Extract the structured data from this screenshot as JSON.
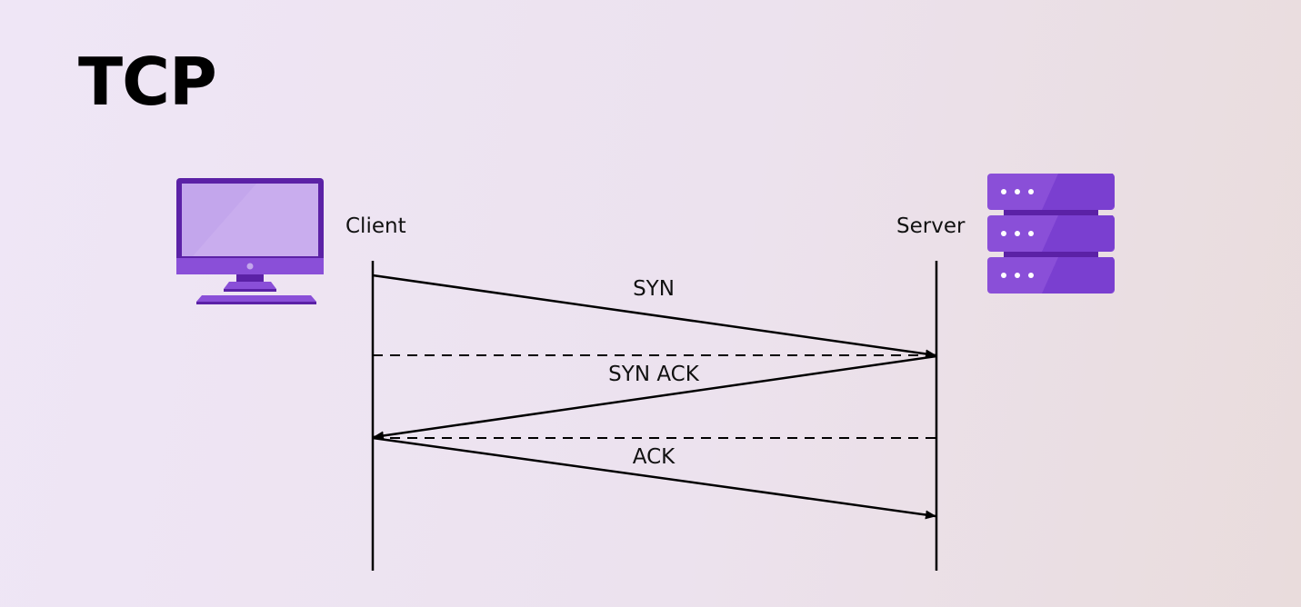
{
  "title": "TCP",
  "participants": {
    "client": {
      "label": "Client",
      "icon": "computer-monitor-icon"
    },
    "server": {
      "label": "Server",
      "icon": "server-rack-icon"
    }
  },
  "messages": [
    {
      "label": "SYN",
      "from": "Client",
      "to": "Server"
    },
    {
      "label": "SYN ACK",
      "from": "Server",
      "to": "Client"
    },
    {
      "label": "ACK",
      "from": "Client",
      "to": "Server"
    }
  ],
  "colors": {
    "accent": "#8a4fd8",
    "accent_dark": "#5b21a6",
    "accent_light": "#c3a6ec",
    "line": "#000000"
  }
}
